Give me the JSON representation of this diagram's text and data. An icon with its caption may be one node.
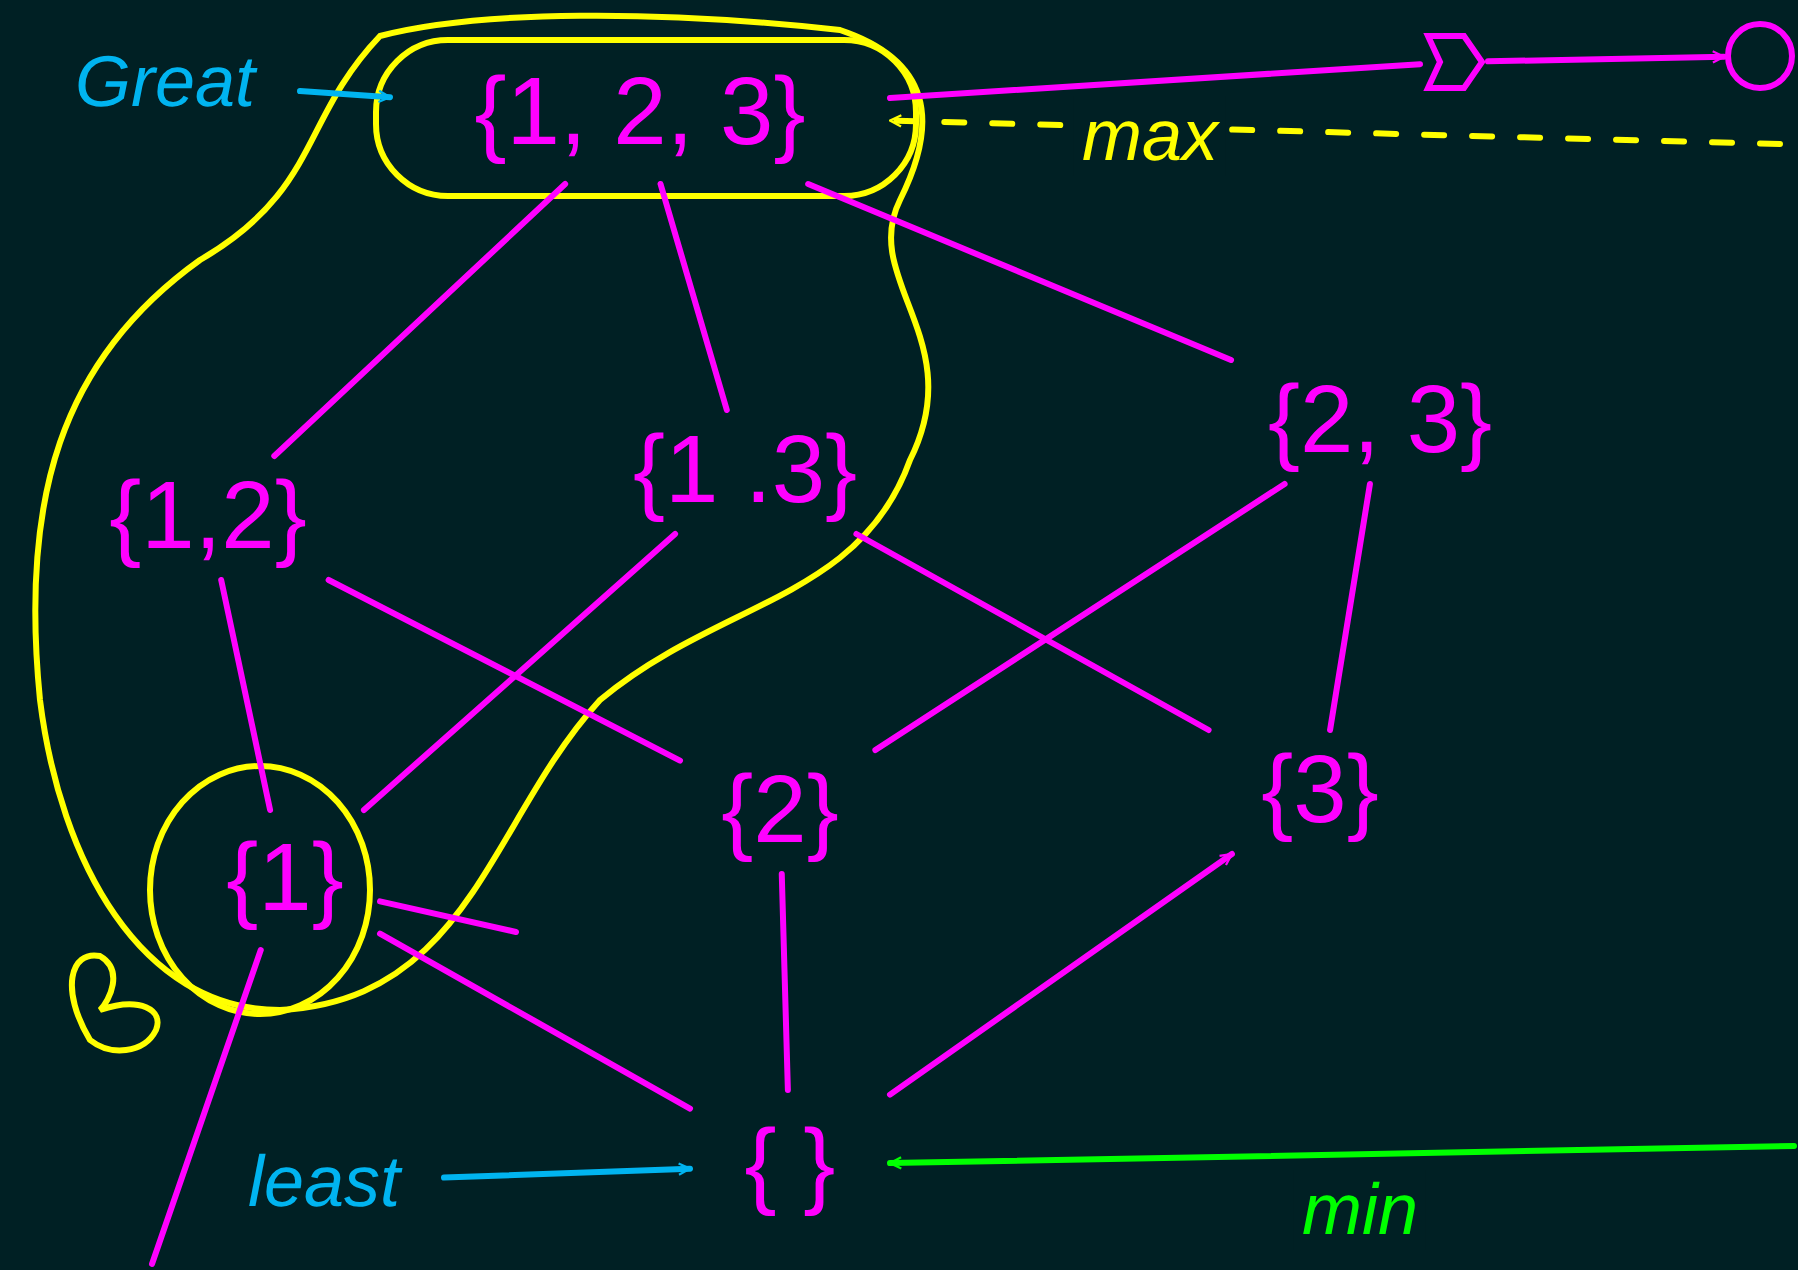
{
  "diagram": {
    "nodes": [
      {
        "text": [
          "{1, 2, 3}"
        ]
      },
      {
        "text": [
          "{1,2}"
        ]
      },
      {
        "text": [
          "{1 .3}"
        ]
      },
      {
        "text": [
          "{2, 3}"
        ]
      },
      {
        "text": [
          "{1}"
        ]
      },
      {
        "text": [
          "{2}"
        ]
      },
      {
        "text": [
          "{3}"
        ]
      },
      {
        "text": [
          "{ }"
        ]
      },
      {
        "text": [
          "Great"
        ]
      },
      {
        "text": [
          "least"
        ]
      },
      {
        "text": [],
        "shape": "pentagon"
      },
      {
        "text": [],
        "shape": "circle"
      }
    ],
    "edges": [
      {
        "from": 0,
        "to": 1,
        "arrow": "none"
      },
      {
        "from": 0,
        "to": 2,
        "arrow": "none"
      },
      {
        "from": 0,
        "to": 3,
        "arrow": "none"
      },
      {
        "from": 1,
        "to": 4,
        "arrow": "none"
      },
      {
        "from": 1,
        "to": 5,
        "arrow": "none"
      },
      {
        "from": 2,
        "to": 4,
        "arrow": "none"
      },
      {
        "from": 2,
        "to": 6,
        "arrow": "none"
      },
      {
        "from": 3,
        "to": 5,
        "arrow": "none"
      },
      {
        "from": 3,
        "to": 6,
        "arrow": "none"
      },
      {
        "from": 4,
        "to": 7,
        "arrow": "none"
      },
      {
        "from": 5,
        "to": 7,
        "arrow": "none"
      },
      {
        "from": 7,
        "to": 6,
        "arrow": "to"
      },
      {
        "from": 4,
        "to": null,
        "arrow": "none"
      },
      {
        "from": 4,
        "to": null,
        "arrow": "none"
      },
      {
        "from": 8,
        "to": 0,
        "arrow": "to",
        "color": "#00b4f0"
      },
      {
        "from": null,
        "to": 0,
        "arrow": "to",
        "label": "max",
        "style": "dashed",
        "color": "#ffff00"
      },
      {
        "from": 0,
        "to": 10,
        "arrow": "none"
      },
      {
        "from": 10,
        "to": 11,
        "arrow": "to"
      },
      {
        "from": null,
        "to": 7,
        "arrow": "to",
        "label": "min",
        "color": "#00ff00"
      },
      {
        "from": 9,
        "to": 7,
        "arrow": "to",
        "color": "#00b4f0"
      }
    ]
  }
}
